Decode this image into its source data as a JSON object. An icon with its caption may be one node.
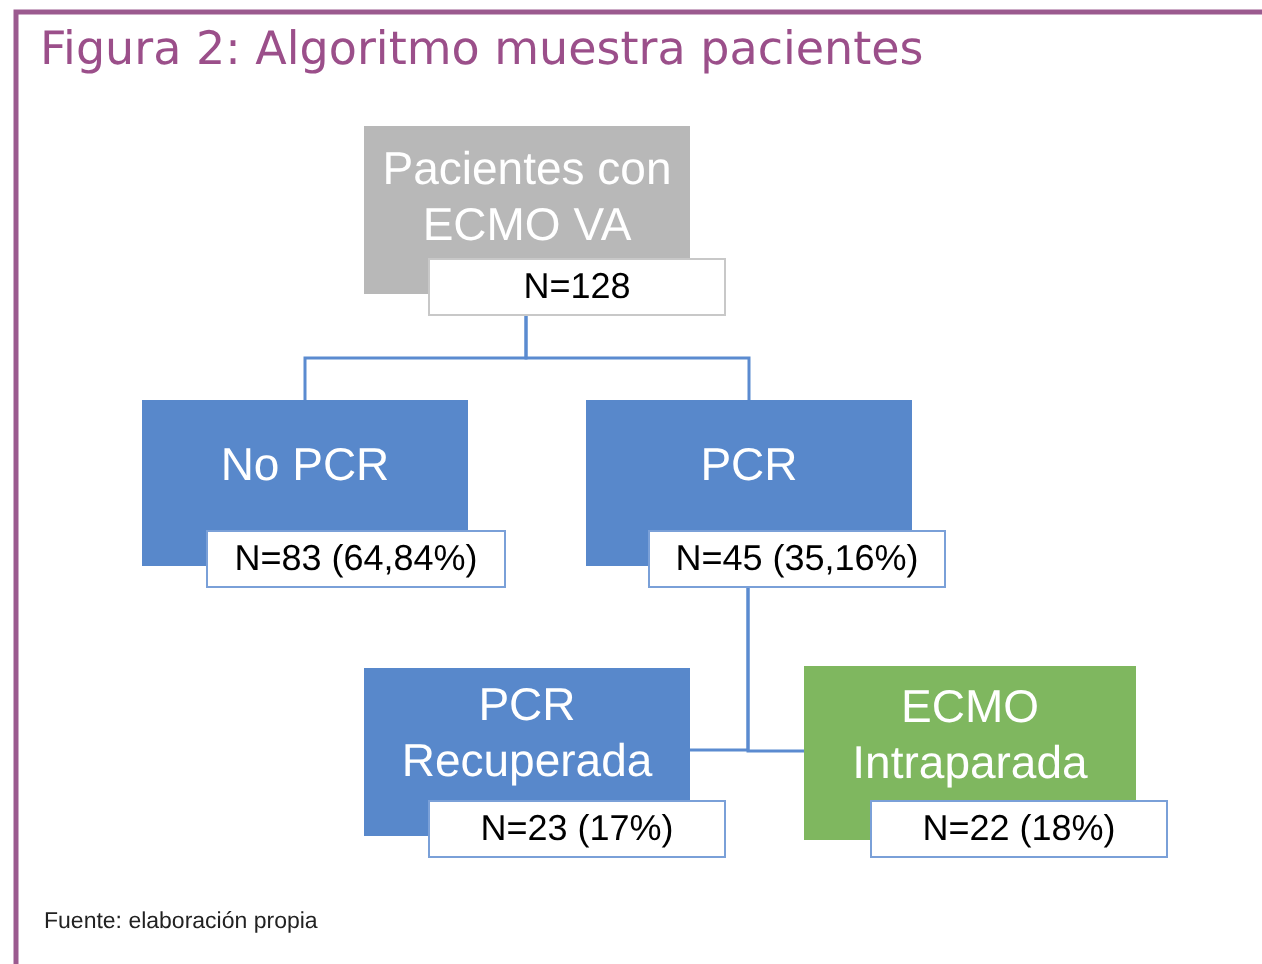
{
  "diagram": {
    "title": "Figura 2: Algoritmo muestra pacientes",
    "nodes": [
      {
        "text": [
          "Pacientes con ECMO VA",
          "N=128"
        ]
      },
      {
        "text": [
          "No PCR",
          "N=83 (64,84%)"
        ]
      },
      {
        "text": [
          "PCR",
          "N=45 (35,16%)"
        ]
      },
      {
        "text": [
          "PCR Recuperada",
          "N=23 (17%)"
        ]
      },
      {
        "text": [
          "ECMO Intraparada",
          "N=22 (18%)"
        ]
      }
    ],
    "edges": [
      {
        "from": 0,
        "to": 1,
        "arrow": "none"
      },
      {
        "from": 0,
        "to": 2,
        "arrow": "none"
      },
      {
        "from": 2,
        "to": 3,
        "arrow": "none"
      },
      {
        "from": 2,
        "to": 4,
        "arrow": "none"
      }
    ],
    "labels": [
      "Fuente: elaboración propia"
    ]
  }
}
